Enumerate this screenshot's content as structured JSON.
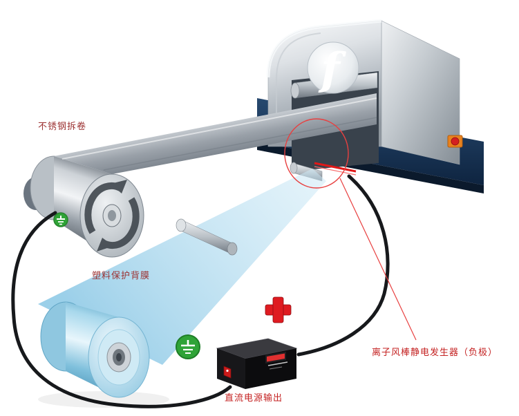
{
  "labels": {
    "unwind_roll": "不锈钢拆卷",
    "protective_film": "塑料保护背膜",
    "dc_power_output": "直流电源输出",
    "ion_bar": "离子风棒静电发生器（负极）",
    "machine_logo": "f"
  },
  "icons": {
    "ground_symbol": "⏚",
    "positive_symbol": "+",
    "rotation_arrows_icon": "↻"
  },
  "colors": {
    "label_maroon": "#9c3232",
    "label_red": "#c42222",
    "annotation_red": "#e84040",
    "ground_green": "#2fa337",
    "plus_red": "#df1b21",
    "machine_base_navy": "#1e3d62",
    "film_blue": "#a9d6ea",
    "cable_black": "#17191c"
  }
}
